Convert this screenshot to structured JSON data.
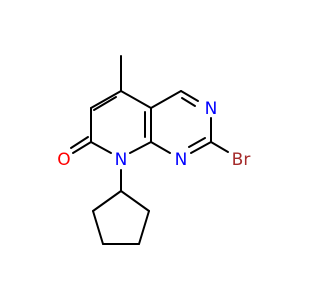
{
  "molecule": {
    "atoms": {
      "n_top": "N",
      "n_bottom": "N",
      "n_ring": "N",
      "oxygen": "O",
      "bromine": "Br"
    },
    "colors": {
      "bond": "#000000",
      "nitrogen": "#0000FF",
      "oxygen": "#FF0000",
      "bromine": "#A52A2A"
    }
  }
}
